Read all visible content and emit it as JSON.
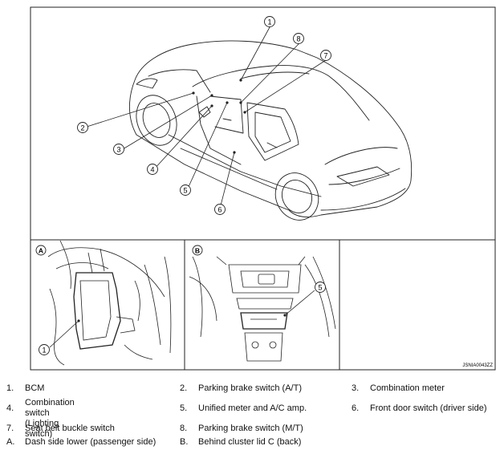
{
  "diagram": {
    "callouts": [
      "1",
      "2",
      "3",
      "4",
      "5",
      "6",
      "7",
      "8"
    ],
    "detail_a": {
      "badge": "A",
      "callouts": [
        "1"
      ]
    },
    "detail_b": {
      "badge": "B",
      "callouts": [
        "5"
      ]
    },
    "figure_code": "JSNIA0043ZZ"
  },
  "legend": [
    {
      "num": "1.",
      "text": "BCM"
    },
    {
      "num": "2.",
      "text": "Parking brake switch (A/T)"
    },
    {
      "num": "3.",
      "text": "Combination meter"
    },
    {
      "num": "4.",
      "text": "Combination switch\n(Lighting switch)"
    },
    {
      "num": "5.",
      "text": "Unified meter and A/C amp."
    },
    {
      "num": "6.",
      "text": "Front door switch (driver side)"
    },
    {
      "num": "7.",
      "text": "Seat belt buckle switch"
    },
    {
      "num": "8.",
      "text": "Parking brake switch (M/T)"
    },
    {
      "num": "A.",
      "text": "Dash side lower (passenger side)"
    },
    {
      "num": "B.",
      "text": "Behind cluster lid C (back)"
    }
  ]
}
